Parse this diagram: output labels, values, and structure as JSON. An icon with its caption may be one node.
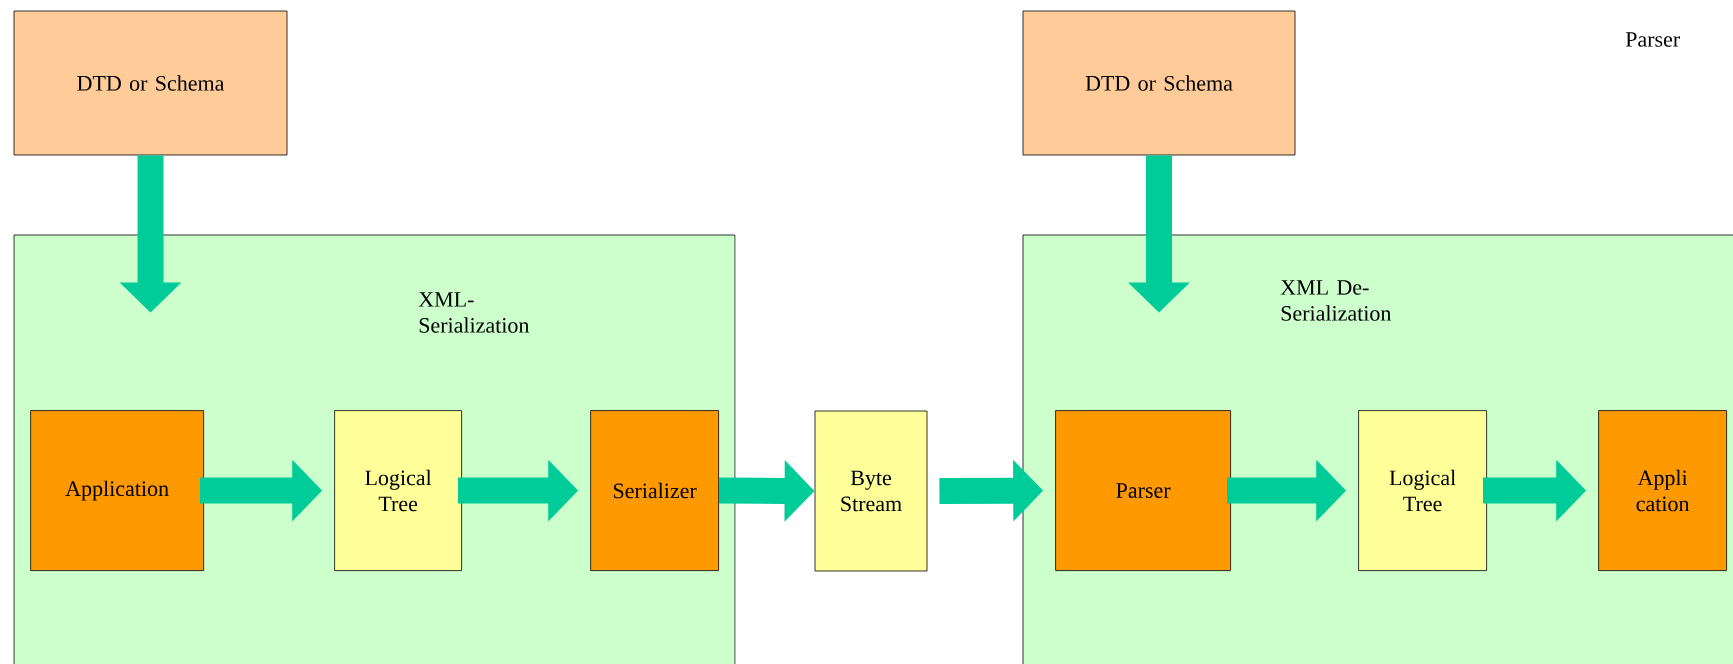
{
  "diagram": {
    "nodes": [
      {
        "text": [
          "DTD or Schema"
        ]
      },
      {
        "text": [
          "XML- Serialization"
        ]
      },
      {
        "text": [
          "Application"
        ],
        "in": 1
      },
      {
        "text": [
          "Logical Tree"
        ],
        "in": 1
      },
      {
        "text": [
          "Serializer"
        ],
        "in": 1
      },
      {
        "text": [
          "Byte Stream"
        ]
      },
      {
        "text": [
          "DTD or Schema"
        ]
      },
      {
        "text": [
          "XML De- Serialization"
        ]
      },
      {
        "text": [
          "Parser"
        ],
        "in": 7
      },
      {
        "text": [
          "Logical Tree"
        ],
        "in": 7
      },
      {
        "text": [
          "Appli cation"
        ],
        "in": 7
      }
    ],
    "edges": [
      {
        "from": 0,
        "to": 1,
        "arrow": "to"
      },
      {
        "from": 2,
        "to": 3,
        "arrow": "to"
      },
      {
        "from": 3,
        "to": 4,
        "arrow": "to"
      },
      {
        "from": 4,
        "to": 5,
        "arrow": "to"
      },
      {
        "from": 5,
        "to": 8,
        "arrow": "to"
      },
      {
        "from": 8,
        "to": 9,
        "arrow": "to"
      },
      {
        "from": 9,
        "to": 10,
        "arrow": "to"
      },
      {
        "from": 6,
        "to": 7,
        "arrow": "to"
      }
    ],
    "labels": [
      "Parser"
    ]
  }
}
